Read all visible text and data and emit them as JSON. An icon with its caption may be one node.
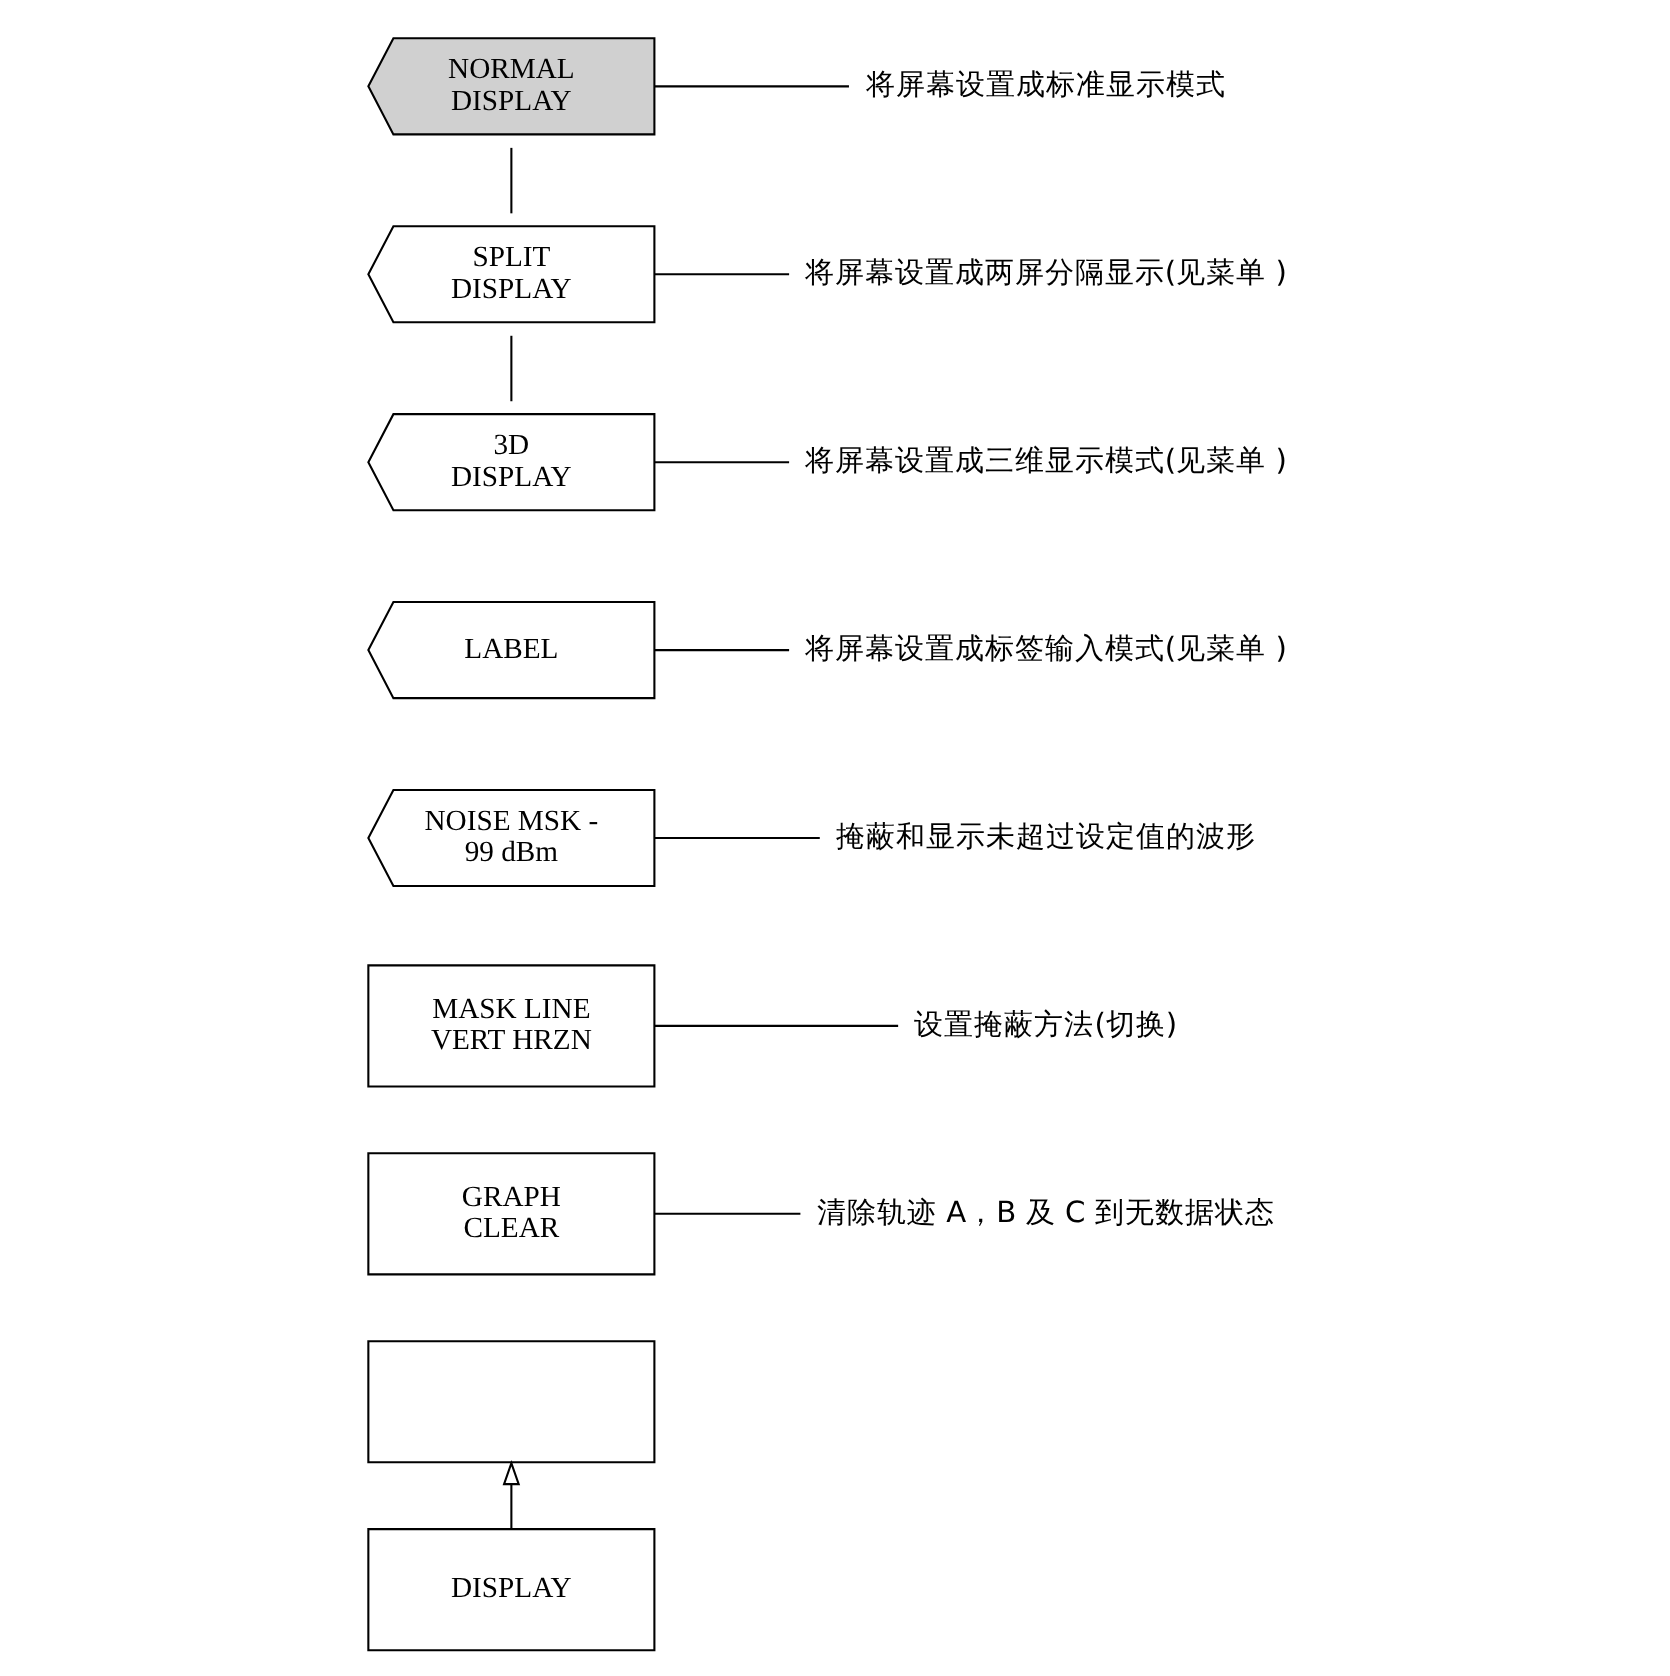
{
  "diagram": {
    "nodes": [
      {
        "text": [
          "NORMAL DISPLAY"
        ]
      },
      {
        "text": [
          "将屏幕设置成标准显示模式"
        ]
      },
      {
        "text": [
          "SPLIT DISPLAY"
        ]
      },
      {
        "text": [
          "将屏幕设置成两屏分隔显示(见菜单 )"
        ]
      },
      {
        "text": [
          "3D DISPLAY"
        ]
      },
      {
        "text": [
          "将屏幕设置成三维显示模式(见菜单 )"
        ]
      },
      {
        "text": [
          "LABEL"
        ]
      },
      {
        "text": [
          "将屏幕设置成标签输入模式(见菜单 )"
        ]
      },
      {
        "text": [
          "NOISE MSK - 99 dBm"
        ]
      },
      {
        "text": [
          "掩蔽和显示未超过设定值的波形"
        ]
      },
      {
        "text": [
          "MASK LINE VERT HRZN"
        ]
      },
      {
        "text": [
          "设置掩蔽方法(切换)"
        ]
      },
      {
        "text": [
          "GRAPH CLEAR"
        ]
      },
      {
        "text": [
          "清除轨迹 A，B 及 C 到无数据状态"
        ]
      },
      {
        "text": [],
        "shape": "box"
      },
      {
        "text": [
          "DISPLAY"
        ]
      }
    ],
    "edges": [
      {
        "from": 0,
        "to": 1,
        "arrow": "none"
      },
      {
        "from": 0,
        "to": 2,
        "arrow": "none"
      },
      {
        "from": 2,
        "to": 3,
        "arrow": "none"
      },
      {
        "from": 2,
        "to": 4,
        "arrow": "none"
      },
      {
        "from": 4,
        "to": 5,
        "arrow": "none"
      },
      {
        "from": 6,
        "to": 7,
        "arrow": "none"
      },
      {
        "from": 8,
        "to": 9,
        "arrow": "none"
      },
      {
        "from": 10,
        "to": 11,
        "arrow": "none"
      },
      {
        "from": 12,
        "to": 13,
        "arrow": "none"
      },
      {
        "from": 15,
        "to": 14,
        "arrow": "to"
      }
    ]
  }
}
